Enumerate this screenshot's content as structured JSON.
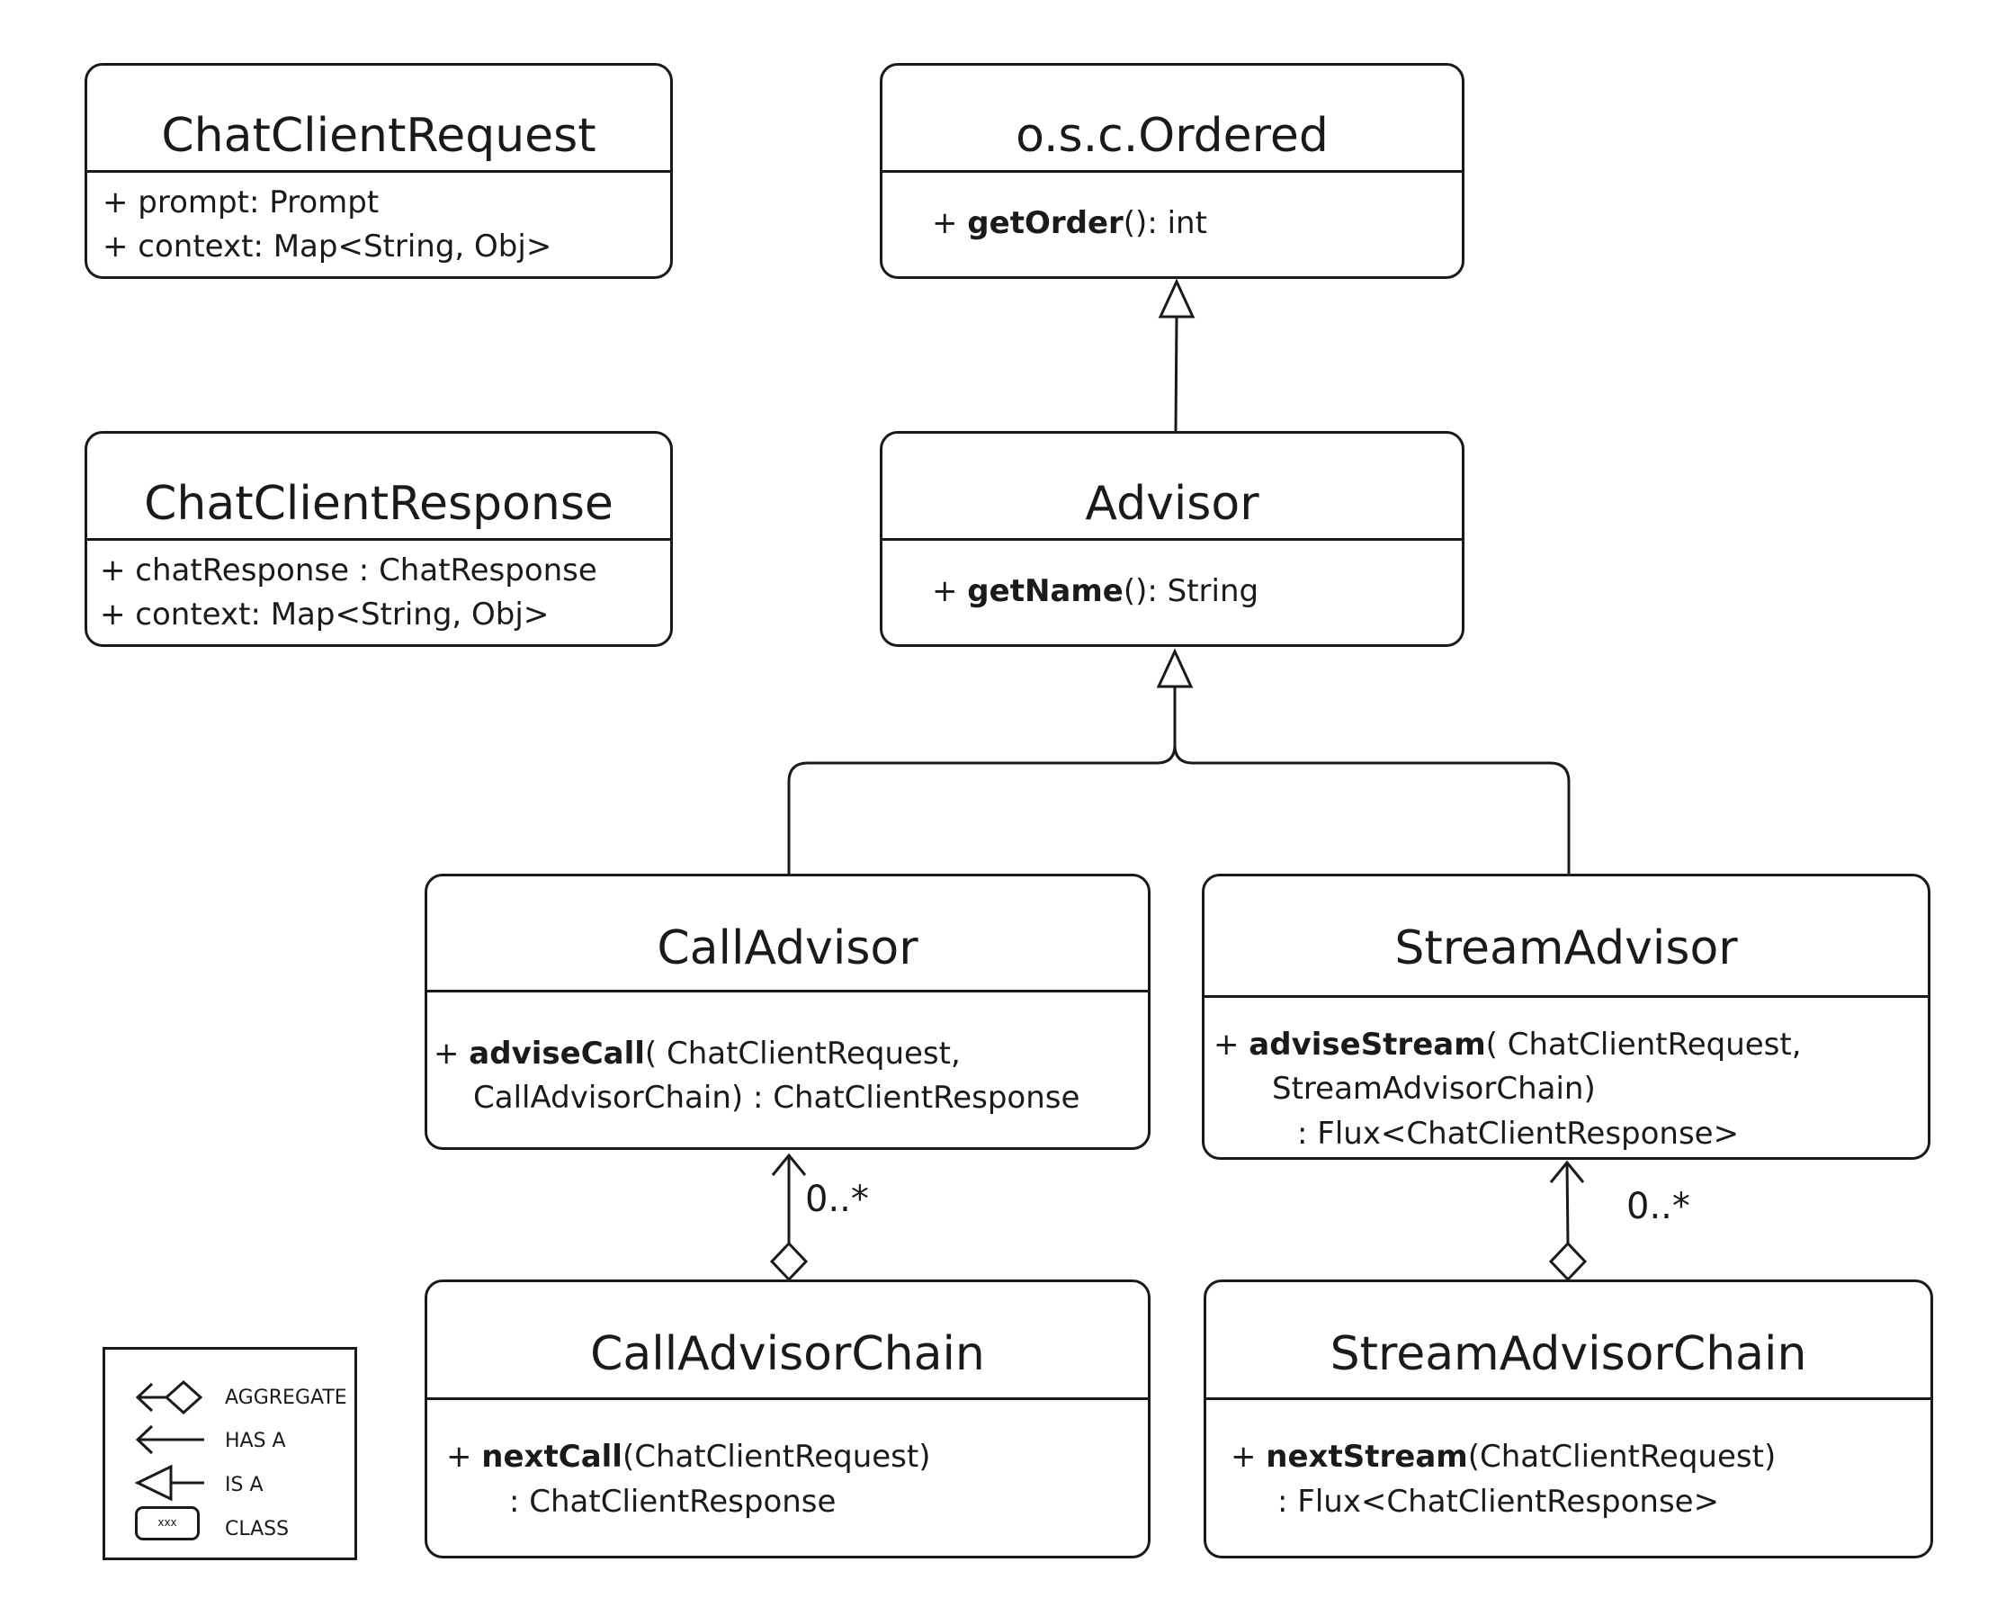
{
  "classes": {
    "chat_client_request": {
      "name": "ChatClientRequest",
      "members": [
        "+ prompt: Prompt",
        "+ context: Map<String, Obj>"
      ]
    },
    "chat_client_response": {
      "name": "ChatClientResponse",
      "members": [
        "+ chatResponse : ChatResponse",
        "+ context: Map<String, Obj>"
      ]
    },
    "ordered": {
      "name": "o.s.c.Ordered",
      "method": {
        "prefix": "+ ",
        "name": "getOrder",
        "rest": "(): int"
      }
    },
    "advisor": {
      "name": "Advisor",
      "method": {
        "prefix": "+ ",
        "name": "getName",
        "rest": "(): String"
      }
    },
    "call_advisor": {
      "name": "CallAdvisor",
      "method": {
        "prefix": "+ ",
        "name": "adviseCall",
        "rest": "( ChatClientRequest,",
        "cont": [
          "CallAdvisorChain) : ChatClientResponse"
        ]
      }
    },
    "stream_advisor": {
      "name": "StreamAdvisor",
      "method": {
        "prefix": "+ ",
        "name": "adviseStream",
        "rest": "( ChatClientRequest,",
        "cont": [
          "StreamAdvisorChain)",
          ": Flux<ChatClientResponse>"
        ]
      }
    },
    "call_advisor_chain": {
      "name": "CallAdvisorChain",
      "method": {
        "prefix": "+ ",
        "name": "nextCall",
        "rest": "(ChatClientRequest)",
        "cont": [
          ": ChatClientResponse"
        ]
      }
    },
    "stream_advisor_chain": {
      "name": "StreamAdvisorChain",
      "method": {
        "prefix": "+ ",
        "name": "nextStream",
        "rest": "(ChatClientRequest)",
        "cont": [
          ": Flux<ChatClientResponse>"
        ]
      }
    }
  },
  "multiplicities": {
    "call": "0..*",
    "stream": "0..*"
  },
  "legend": {
    "aggregate": "AGGREGATE",
    "has_a": "HAS A",
    "is_a": "IS A",
    "class": "CLASS",
    "class_sample": "xxx"
  }
}
